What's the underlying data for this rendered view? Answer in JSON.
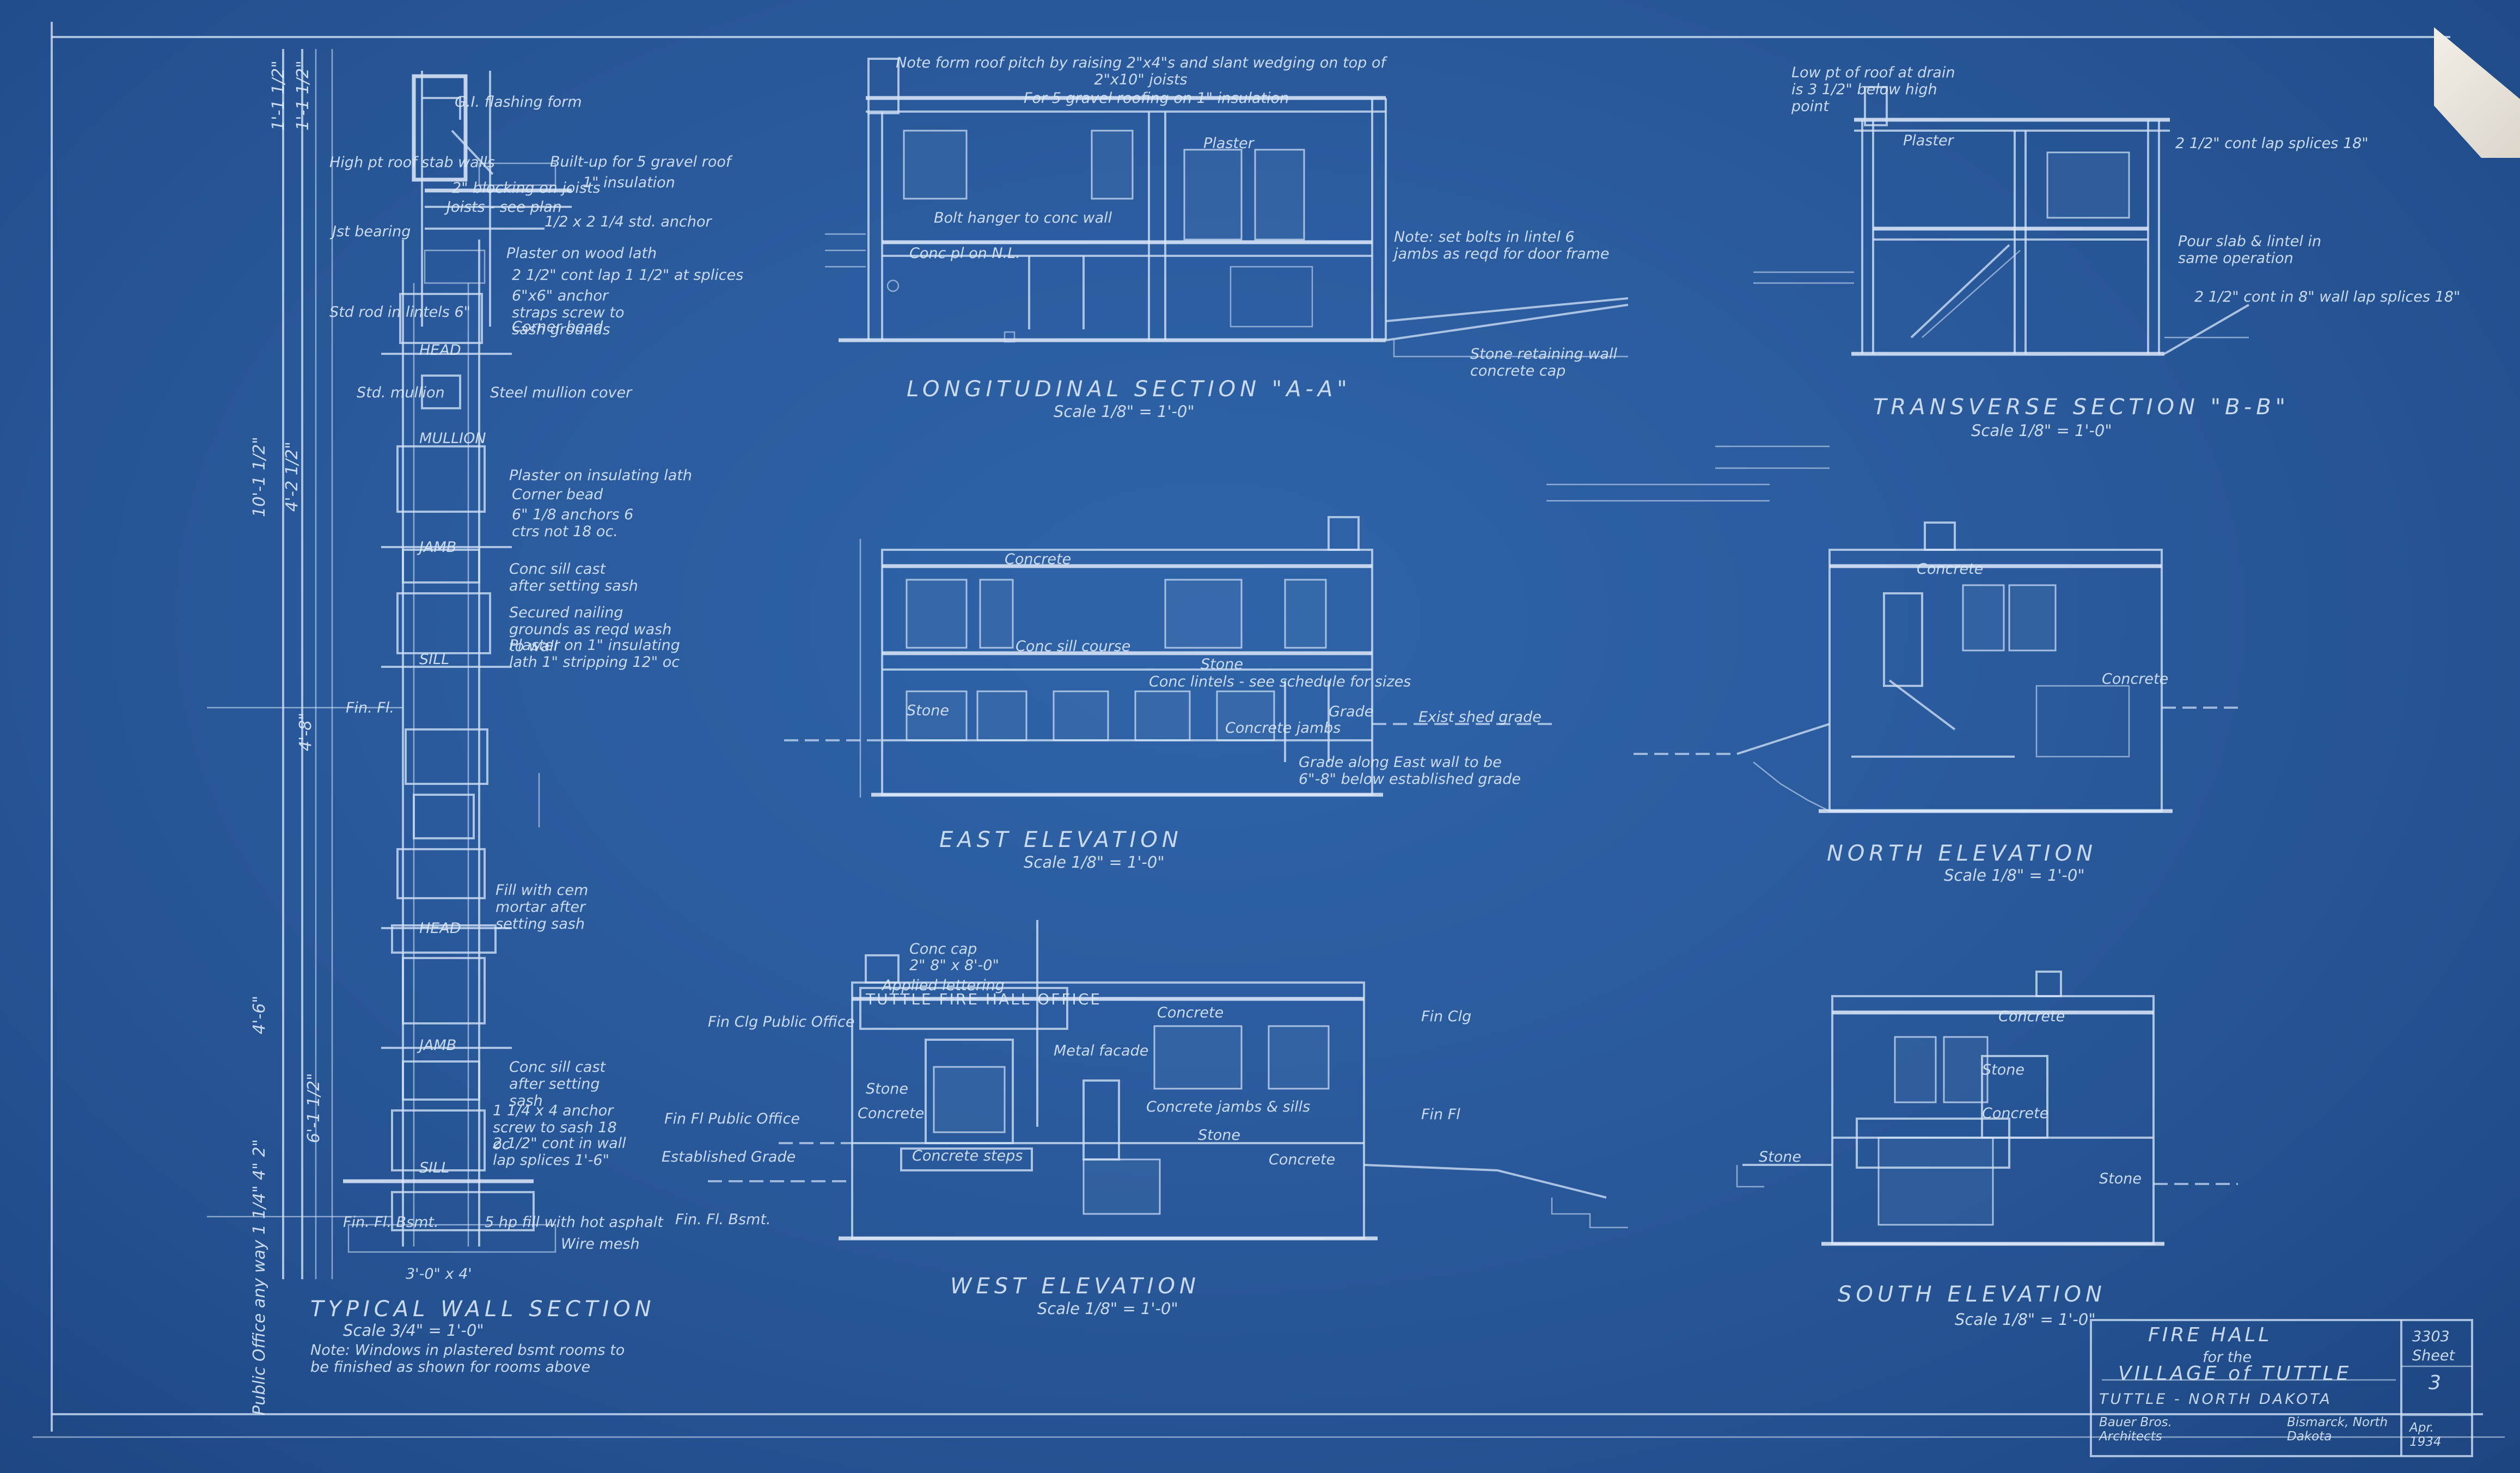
{
  "wall_section": {
    "title": "TYPICAL WALL SECTION",
    "scale": "Scale 3/4\" = 1'-0\"",
    "note": "Note: Windows in plastered bsmt rooms to be finished as shown for rooms above",
    "labels": {
      "flashing": "G.I. flashing form",
      "high_pt_roof": "High pt roof stab walls",
      "built_up": "Built-up for 5 gravel roof",
      "insulation": "1\" insulation",
      "blocking": "2\" blocking on joists",
      "joists": "Joists - see plan",
      "jst_bearing": "Jst bearing",
      "anchor": "1/2 x 2 1/4 std. anchor",
      "plaster_lath": "Plaster on wood lath",
      "cont_splices": "2 1/2\" cont lap 1 1/2\" at splices",
      "anchor_straps": "6\"x6\" anchor straps screw to sash grounds",
      "std_rod": "Std rod in lintels 6\"",
      "corner_bead": "Corner bead",
      "head": "HEAD",
      "mullion_label": "Std. mullion",
      "mullion_cover": "Steel mullion cover",
      "mullion": "MULLION",
      "plaster_insul": "Plaster on insulating lath",
      "corner_bead_2": "Corner bead",
      "anchors_std": "6\" 1/8 anchors 6 ctrs not 18 oc.",
      "jamb": "JAMB",
      "sill_cast": "Conc sill cast after setting sash",
      "nailing_grounds": "Secured nailing grounds as reqd wash to wall",
      "plaster_strip": "Plaster on 1\" insulating lath 1\" stripping 12\" oc",
      "fin_fl": "Fin. Fl.",
      "sill": "SILL",
      "fill_mortar": "Fill with cem mortar after setting sash",
      "head_2": "HEAD",
      "jamb_2": "JAMB",
      "sill_cast_2": "Conc sill cast after setting sash",
      "anchor_2": "1 1/4 x 4 anchor screw to sash 18 oc",
      "cont_wall": "2 1/2\" cont in wall lap splices 1'-6\"",
      "sill_2": "SILL",
      "fin_fl_bsmt": "Fin. Fl. Bsmt.",
      "fill_asphalt": "5 hp fill with hot asphalt",
      "wire_mesh": "Wire mesh",
      "bottom_dim": "3'-0\" x 4'",
      "public_office": "Public Office any way 1 1/4\" 4\" 2\"",
      "dim_1": "1'-1 1/2\"",
      "dim_2": "1'-1 1/2\"",
      "dim_3": "4'-8\"",
      "dim_4": "10'-1 1/2\"",
      "dim_5": "4'-2 1/2\"",
      "dim_6": "4'-6\"",
      "dim_7": "6'-1 1/2\""
    }
  },
  "longitudinal_section": {
    "title": "LONGITUDINAL SECTION \"A-A\"",
    "scale": "Scale 1/8\" = 1'-0\"",
    "note_top": "Note form roof pitch by raising 2\"x4\"s and slant wedging on top of 2\"x10\" joists",
    "note_roofing": "For 5 gravel roofing on 1\" insulation",
    "plaster": "Plaster",
    "bolt": "Bolt hanger to conc wall",
    "conc_sill": "Conc pl on N.L.",
    "note_bolts": "Note: set bolts in lintel 6 jambs as reqd for door frame",
    "retaining_wall": "Stone retaining wall concrete cap"
  },
  "transverse_section": {
    "title": "TRANSVERSE SECTION \"B-B\"",
    "scale": "Scale 1/8\" = 1'-0\"",
    "note_top": "Low pt of roof at drain is 3 1/2\" below high point",
    "plaster": "Plaster",
    "lintel_note": "2 1/2\" cont lap splices 18\"",
    "pour_note": "Pour slab & lintel in same operation",
    "cont_note": "2 1/2\" cont in 8\" wall lap splices 18\""
  },
  "east_elevation": {
    "title": "EAST ELEVATION",
    "scale": "Scale 1/8\" = 1'-0\"",
    "concrete": "Concrete",
    "sill_course": "Conc sill course",
    "stone": "Stone",
    "conc_lintels": "Conc lintels - see schedule for sizes",
    "conc_jambs": "Concrete jambs",
    "exist_grade": "Exist shed grade",
    "grade_note": "Grade along East wall to be 6\"-8\" below established grade",
    "grade": "Grade",
    "stone_2": "Stone"
  },
  "north_elevation": {
    "title": "NORTH ELEVATION",
    "scale": "Scale 1/8\" = 1'-0\"",
    "concrete": "Concrete",
    "concrete_2": "Concrete"
  },
  "west_elevation": {
    "title": "WEST ELEVATION",
    "scale": "Scale 1/8\" = 1'-0\"",
    "sign_text": "TUTTLE FIRE HALL OFFICE",
    "conc_cap": "Conc cap",
    "conc_cap_size": "2\" 8\" x 8'-0\"",
    "applied_lettering": "Applied lettering",
    "concrete": "Concrete",
    "fin_clg_office": "Fin Clg Public Office",
    "fin_fl_office": "Fin Fl Public Office",
    "established_grade": "Established Grade",
    "fin_fl_bsmt": "Fin. Fl. Bsmt.",
    "stone": "Stone",
    "concrete_2": "Concrete",
    "concrete_steps": "Concrete steps",
    "metal_facade": "Metal facade",
    "conc_jambs": "Concrete jambs & sills",
    "stone_2": "Stone",
    "concrete_3": "Concrete",
    "fin_clg": "Fin Clg",
    "fin_fl": "Fin Fl"
  },
  "south_elevation": {
    "title": "SOUTH ELEVATION",
    "scale": "Scale 1/8\" = 1'-0\"",
    "concrete": "Concrete",
    "stone": "Stone",
    "concrete_2": "Concrete",
    "stone_2": "Stone",
    "stone_3": "Stone"
  },
  "title_block": {
    "line1": "FIRE HALL",
    "line2": "for the",
    "line3": "VILLAGE of TUTTLE",
    "line4": "TUTTLE - NORTH DAKOTA",
    "architects": "Bauer Bros. Architects",
    "location": "Bismarck, North Dakota",
    "job_no": "3303",
    "sheet_label": "Sheet",
    "sheet_no": "3",
    "date": "Apr. 1934"
  }
}
